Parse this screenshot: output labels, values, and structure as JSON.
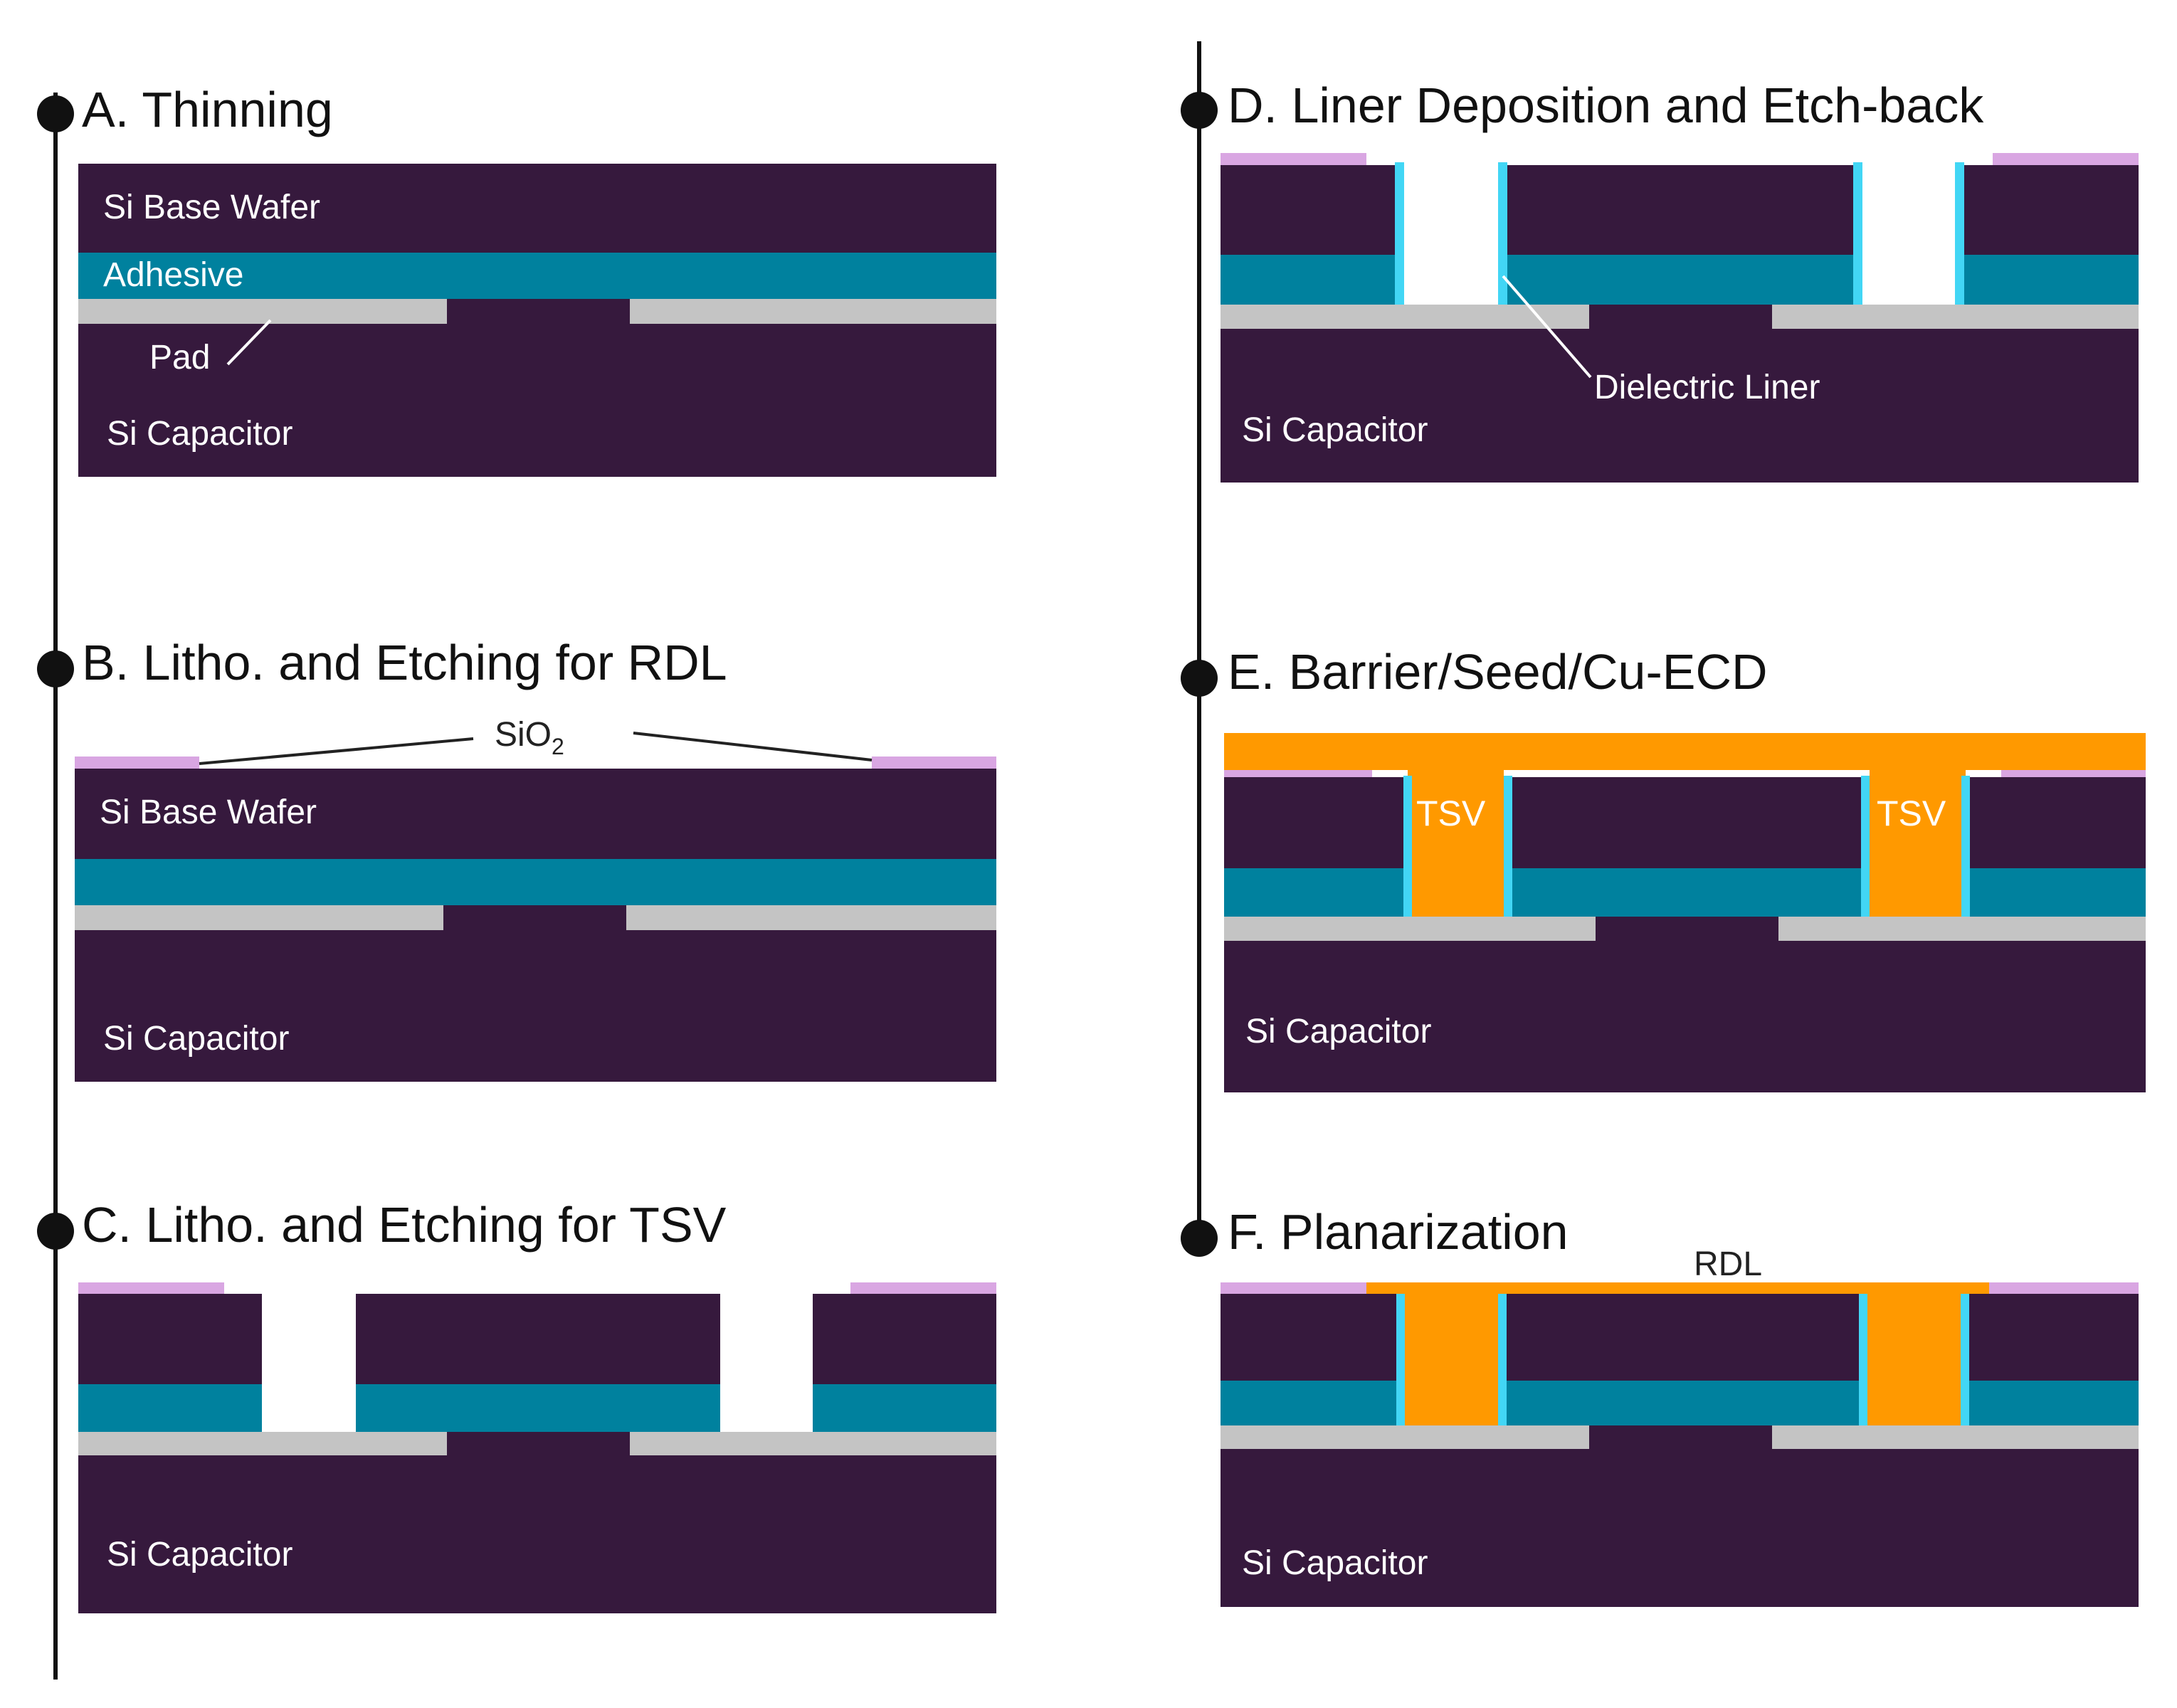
{
  "colors": {
    "silicon": "#36193d",
    "adhesive": "#00819e",
    "pad": "#c4c4c4",
    "sio2": "#d9a6e2",
    "liner": "#42d6f5",
    "copper": "#ff9900",
    "timeline": "#111111"
  },
  "steps": {
    "a": {
      "title": "A. Thinning",
      "base_wafer_label": "Si Base Wafer",
      "adhesive_label": "Adhesive",
      "pad_label": "Pad",
      "capacitor_label": "Si Capacitor"
    },
    "b": {
      "title": "B. Litho. and Etching for RDL",
      "sio2_label": "SiO",
      "sio2_subscript": "2",
      "base_wafer_label": "Si Base Wafer",
      "capacitor_label": "Si Capacitor"
    },
    "c": {
      "title": "C. Litho. and Etching for TSV",
      "capacitor_label": "Si Capacitor"
    },
    "d": {
      "title": "D. Liner Deposition and Etch-back",
      "liner_label": "Dielectric Liner",
      "capacitor_label": "Si Capacitor"
    },
    "e": {
      "title": "E. Barrier/Seed/Cu-ECD",
      "tsv_left_label": "TSV",
      "tsv_right_label": "TSV",
      "capacitor_label": "Si Capacitor"
    },
    "f": {
      "title": "F. Planarization",
      "rdl_label": "RDL",
      "capacitor_label": "Si Capacitor"
    }
  }
}
